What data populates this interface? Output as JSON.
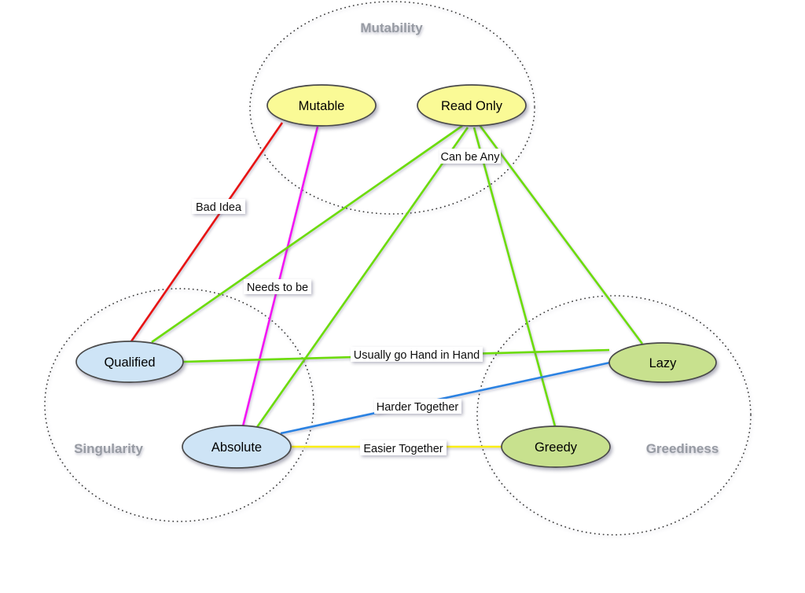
{
  "diagram": {
    "clusters": [
      {
        "label": "Mutability"
      },
      {
        "label": "Singularity"
      },
      {
        "label": "Greediness"
      }
    ],
    "nodes": [
      {
        "label": "Mutable",
        "cluster": "Mutability"
      },
      {
        "label": "Read Only",
        "cluster": "Mutability"
      },
      {
        "label": "Qualified",
        "cluster": "Singularity"
      },
      {
        "label": "Absolute",
        "cluster": "Singularity"
      },
      {
        "label": "Lazy",
        "cluster": "Greediness"
      },
      {
        "label": "Greedy",
        "cluster": "Greediness"
      }
    ],
    "edges": [
      {
        "from": "Mutable",
        "to": "Qualified",
        "label": "Bad Idea",
        "color": "red"
      },
      {
        "from": "Mutable",
        "to": "Absolute",
        "label": "Needs to be",
        "color": "magenta"
      },
      {
        "from": "Read Only",
        "to": "Qualified",
        "label": "Can be Any",
        "color": "green"
      },
      {
        "from": "Read Only",
        "to": "Absolute",
        "label": "Can be Any",
        "color": "green"
      },
      {
        "from": "Read Only",
        "to": "Greedy",
        "label": "Can be Any",
        "color": "green"
      },
      {
        "from": "Read Only",
        "to": "Lazy",
        "label": "Can be Any",
        "color": "green"
      },
      {
        "from": "Qualified",
        "to": "Lazy",
        "label": "Usually go Hand in Hand",
        "color": "green"
      },
      {
        "from": "Absolute",
        "to": "Lazy",
        "label": "Harder Together",
        "color": "blue"
      },
      {
        "from": "Absolute",
        "to": "Greedy",
        "label": "Easier Together",
        "color": "yellow"
      }
    ]
  },
  "colors": {
    "node_yellow": "#FAFA96",
    "node_blue": "#CEE4F6",
    "node_green": "#C8E18E",
    "node_border": "#4A4A4A",
    "edge_red": "#E81313",
    "edge_magenta": "#F414F4",
    "edge_green": "#6CDC09",
    "edge_blue": "#2B82E2",
    "edge_yellow": "#FBEE14",
    "cluster_label": "#979BA3",
    "cluster_ring": "#3C3C3C",
    "background": "#FFFFFF"
  }
}
